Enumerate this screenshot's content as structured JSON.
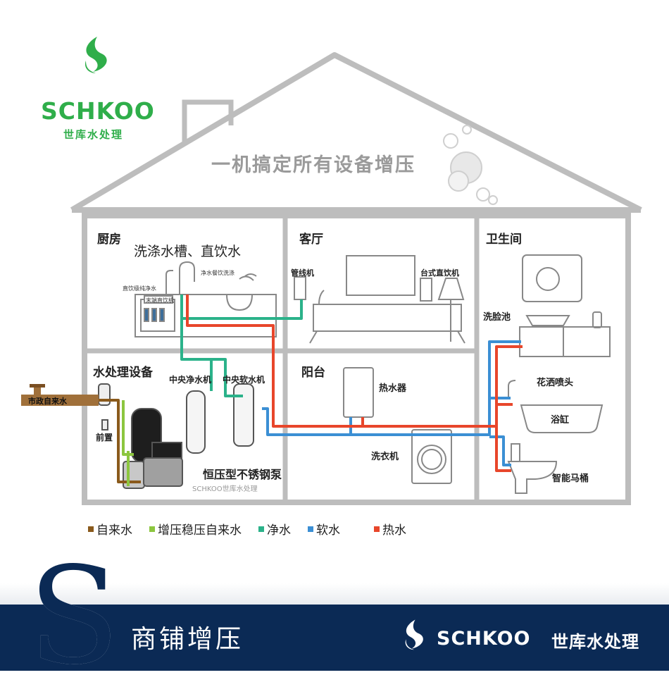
{
  "brand": {
    "name": "SCHKOO",
    "cn_name": "世库水处理",
    "color": "#2fae4a"
  },
  "headline": "一机搞定所有设备增压",
  "rooms": {
    "kitchen": {
      "title": "厨房",
      "subtitle": "洗涤水槽、直饮水",
      "labels": {
        "faucet": "净水餐饮洗涤",
        "direct": "直饮级纯净水",
        "machine": "末端直饮机"
      }
    },
    "living": {
      "title": "客厅",
      "labels": {
        "pipeline": "管线机",
        "desktop": "台式直饮机"
      }
    },
    "bathroom": {
      "title": "卫生间",
      "labels": {
        "basin": "洗脸池",
        "shower": "花洒喷头",
        "tub": "浴缸",
        "toilet": "智能马桶"
      }
    },
    "treatment": {
      "title": "水处理设备",
      "labels": {
        "purifier": "中央净水机",
        "softener": "中央软水机",
        "pump": "恒压型不锈钢泵",
        "prefilter": "前置",
        "inlet": "市政自来水",
        "pump_brand": "SCHKOO世库水处理"
      }
    },
    "balcony": {
      "title": "阳台",
      "labels": {
        "heater": "热水器",
        "washer": "洗衣机"
      }
    }
  },
  "legend": [
    {
      "label": "自来水",
      "color": "#8a5a1c"
    },
    {
      "label": "增压稳压自来水",
      "color": "#8cc63f"
    },
    {
      "label": "净水",
      "color": "#2bb28a"
    },
    {
      "label": "软水",
      "color": "#3b8fd4"
    },
    {
      "label": "热水",
      "color": "#e8462b"
    }
  ],
  "footer": {
    "title": "商铺增压",
    "brand": "SCHKOO",
    "brand_cn": "世库水处理",
    "bg": "#0b2a55"
  }
}
